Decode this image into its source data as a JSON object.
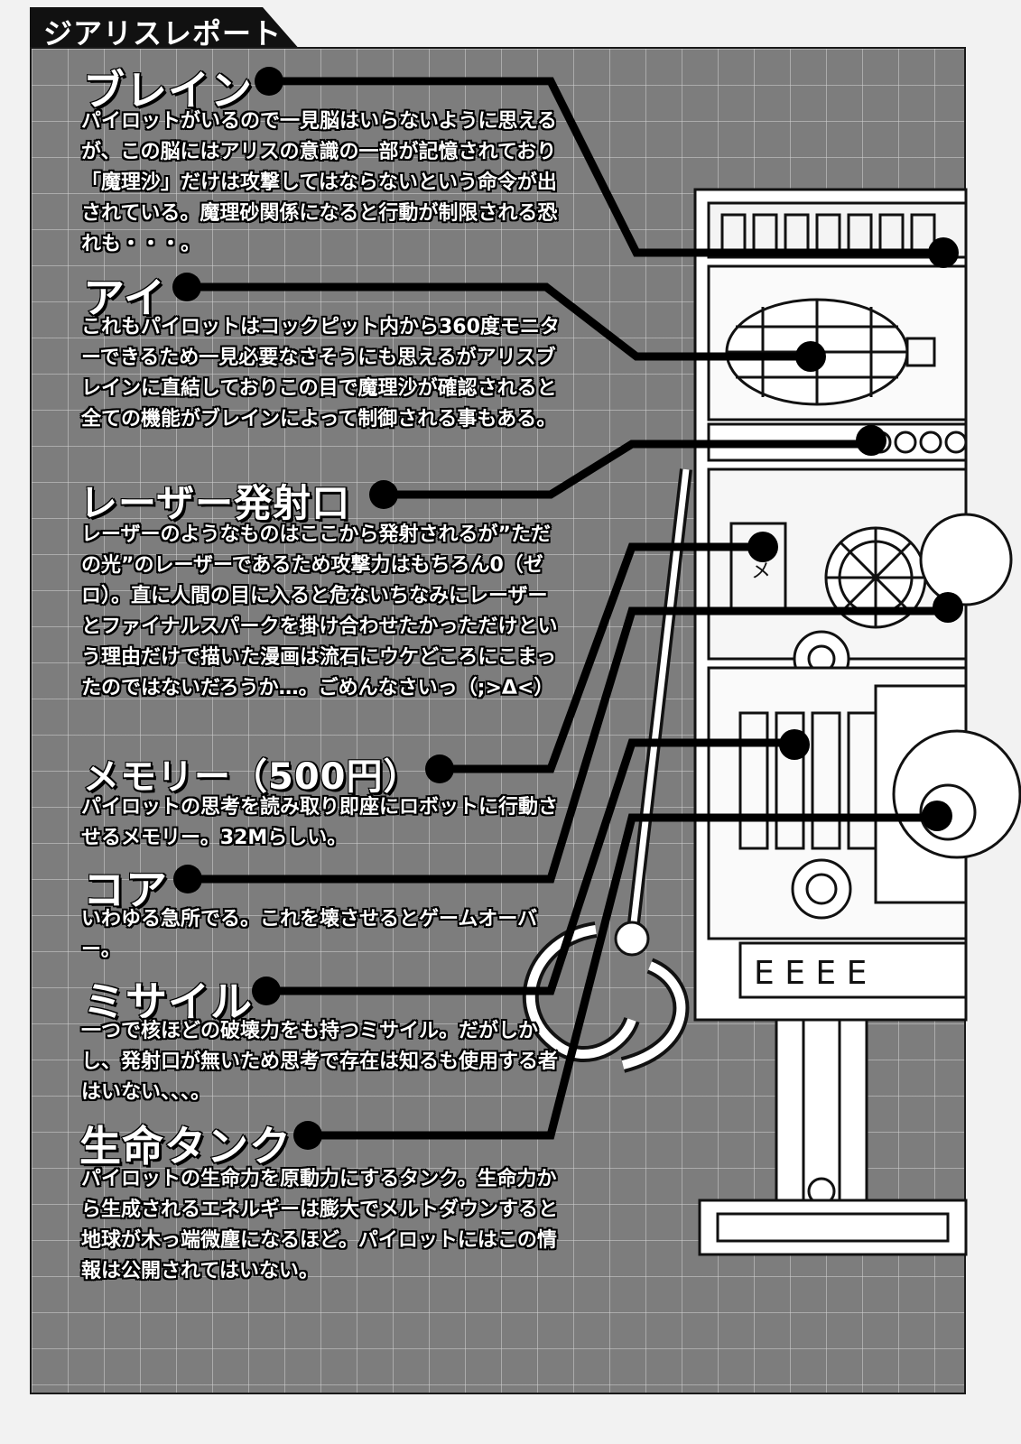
{
  "header": {
    "title": "ジアリスレポート"
  },
  "sections": [
    {
      "title": "ブレイン",
      "body": "パイロットがいるので一見脳はいらないように思えるが、この脳にはアリスの意識の一部が記憶されており「魔理沙」だけは攻撃してはならないという命令が出されている。魔理砂関係になると行動が制限される恐れも・・・。"
    },
    {
      "title": "アイ",
      "body": "これもパイロットはコックピット内から360度モニターできるため一見必要なさそうにも思えるがアリスブレインに直結しておりこの目で魔理沙が確認されると全ての機能がブレインによって制御される事もある。"
    },
    {
      "title": "レーザー発射口",
      "body": "レーザーのようなものはここから発射されるが”ただの光”のレーザーであるため攻撃力はもちろん0（ゼロ）。直に人間の目に入ると危ないちなみにレーザーとファイナルスパークを掛け合わせたかっただけという理由だけで描いた漫画は流石にウケどころにこまったのではないだろうか…。ごめんなさいっ（;>Δ<）"
    },
    {
      "title": "メモリー（500円）",
      "body": "パイロットの思考を読み取り即座にロボットに行動させるメモリー。32Mらしい。"
    },
    {
      "title": "コア",
      "body": "いわゆる急所でる。これを壊させるとゲームオーバー。"
    },
    {
      "title": "ミサイル",
      "body": "一つで核ほどの破壊力をも持つミサイル。だがしかし、発射口が無いため思考で存在は知るも使用する者はいない、、、。"
    },
    {
      "title": "生命タンク",
      "body": "パイロットの生命力を原動力にするタンク。生命力から生成されるエネルギーは膨大でメルトダウンすると地球が木っ端微塵になるほど。パイロットにはこの情報は公開されてはいない。"
    }
  ]
}
